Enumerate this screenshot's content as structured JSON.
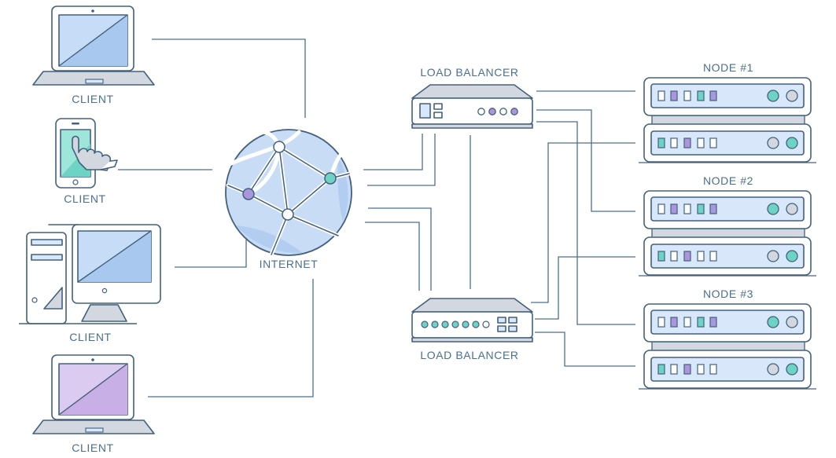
{
  "labels": {
    "client_1": "CLIENT",
    "client_2": "CLIENT",
    "client_3": "CLIENT",
    "client_4": "CLIENT",
    "internet": "INTERNET",
    "load_balancer_top": "LOAD BALANCER",
    "load_balancer_bottom": "LOAD BALANCER",
    "node_1": "NODE #1",
    "node_2": "NODE #2",
    "node_3": "NODE #3"
  },
  "colors": {
    "outline": "#43607d",
    "light_blue": "#d9e7fb",
    "screen_blue": "#a9c8ef",
    "teal": "#6dd3c4",
    "purple": "#a996dc",
    "gray_fill": "#d3d8e0",
    "screen_purple": "#c8b0e6"
  },
  "icons": [
    "laptop-icon",
    "smartphone-icon",
    "hand-pointer-icon",
    "desktop-computer-icon",
    "globe-network-icon",
    "load-balancer-device-icon",
    "server-unit-icon"
  ]
}
